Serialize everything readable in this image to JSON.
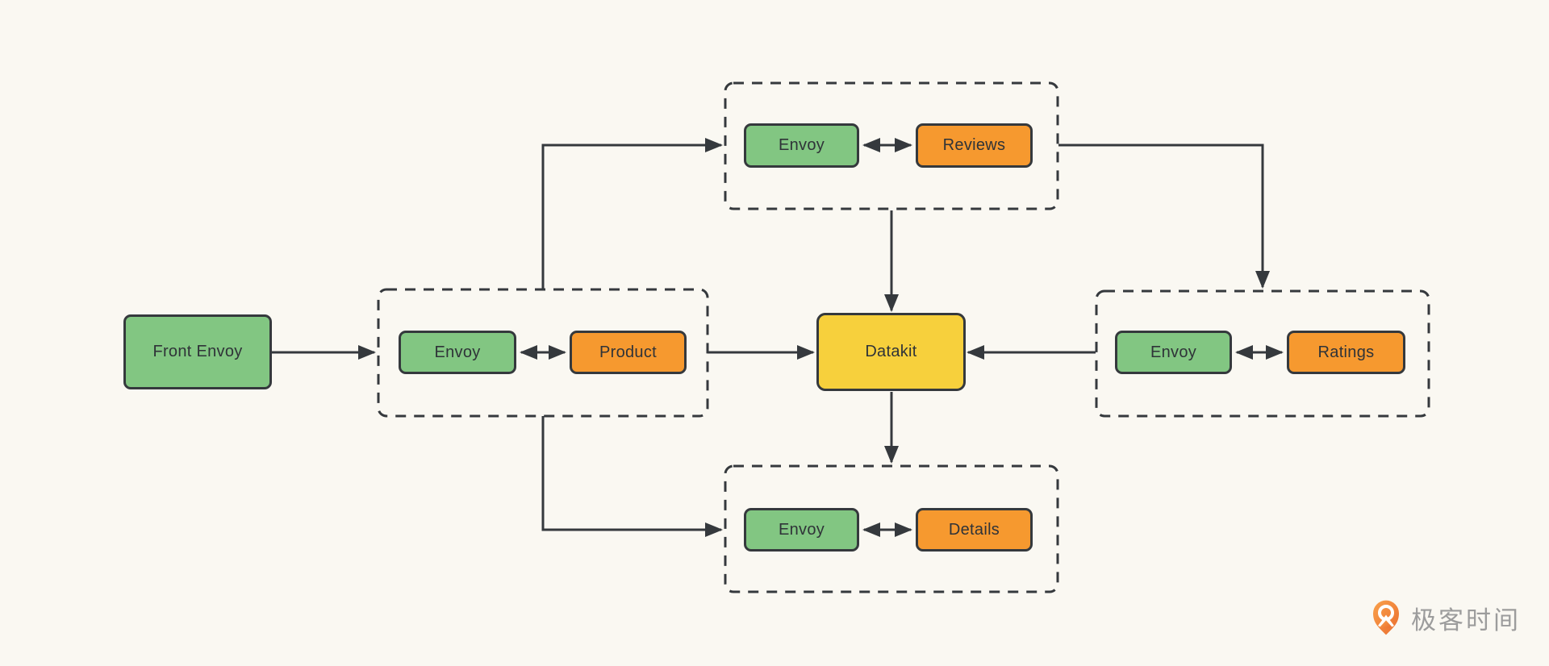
{
  "colors": {
    "background": "#FAF8F2",
    "green": "#82C682",
    "orange": "#F6992F",
    "yellow": "#F7D03C",
    "line": "#35393D",
    "text": "#2F3338",
    "watermark_text": "#9C9C9C",
    "logo_orange_light": "#F9A14B",
    "logo_orange_dark": "#EA6D2F"
  },
  "nodes": {
    "front_envoy": {
      "label": "Front Envoy"
    },
    "datakit": {
      "label": "Datakit"
    },
    "product_group": {
      "envoy": "Envoy",
      "service": "Product"
    },
    "reviews_group": {
      "envoy": "Envoy",
      "service": "Reviews"
    },
    "ratings_group": {
      "envoy": "Envoy",
      "service": "Ratings"
    },
    "details_group": {
      "envoy": "Envoy",
      "service": "Details"
    }
  },
  "edges": [
    {
      "from": "front_envoy",
      "to": "product_group",
      "type": "arrow"
    },
    {
      "from": "product_group",
      "to": "reviews_group",
      "type": "arrow"
    },
    {
      "from": "product_group",
      "to": "details_group",
      "type": "arrow"
    },
    {
      "from": "product_group",
      "to": "datakit",
      "type": "arrow"
    },
    {
      "from": "reviews_group",
      "to": "datakit",
      "type": "arrow"
    },
    {
      "from": "reviews_group",
      "to": "ratings_group",
      "type": "arrow"
    },
    {
      "from": "ratings_group",
      "to": "datakit",
      "type": "arrow"
    },
    {
      "from": "datakit",
      "to": "details_group",
      "type": "arrow"
    },
    {
      "from": "product_group.envoy",
      "to": "product_group.service",
      "type": "bidirectional"
    },
    {
      "from": "reviews_group.envoy",
      "to": "reviews_group.service",
      "type": "bidirectional"
    },
    {
      "from": "ratings_group.envoy",
      "to": "ratings_group.service",
      "type": "bidirectional"
    },
    {
      "from": "details_group.envoy",
      "to": "details_group.service",
      "type": "bidirectional"
    }
  ],
  "watermark": {
    "text": "极客时间"
  }
}
